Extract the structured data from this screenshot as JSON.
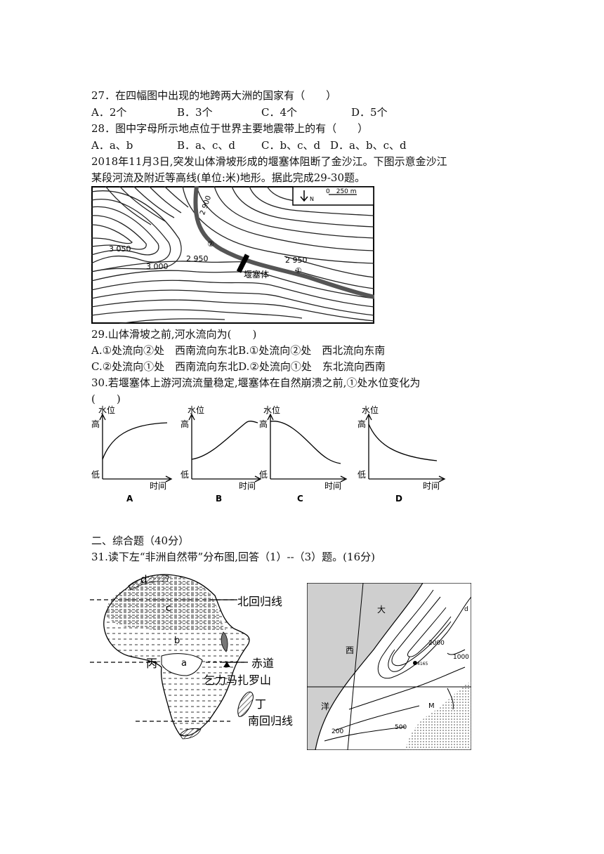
{
  "q27": {
    "stem": "27．在四幅图中出现的地跨两大洲的国家有（　　）",
    "options": [
      "A．2个",
      "B．3个",
      "C．4个",
      "D．5个"
    ]
  },
  "q28": {
    "stem": "28．图中字母所示地点位于世界主要地震带上的有（　　）",
    "options": [
      "A．a、b",
      "B．a、c、d",
      "C．b、c、d",
      "D．a、b、c、d"
    ]
  },
  "intro": {
    "line1": "2018年11月3日,突发山体滑坡形成的堰塞体阻断了金沙江。下图示意金沙江",
    "line2": "某段河流及附近等高线(单位:米)地形。据此完成29-30题。"
  },
  "contour_map": {
    "labels": [
      "2 900",
      "3 050",
      "2 950",
      "3 000",
      "2 950",
      "堰塞体",
      "①",
      "②"
    ],
    "north": "N",
    "scale": "0　250 m"
  },
  "q29": {
    "stem": "29.山体滑坡之前,河水流向为(　　)",
    "options": [
      "A.①处流向②处　西南流向东北",
      "B.①处流向②处　西北流向东南",
      "C.②处流向①处　西南流向东北",
      "D.②处流向①处　东北流向西南"
    ]
  },
  "q30": {
    "stem_line1": "30.若堰塞体上游河流流量稳定,堰塞体在自然崩溃之前,①处水位变化为",
    "stem_line2": "(　　)",
    "graphs": [
      {
        "letter": "A",
        "ylabel": "水位",
        "high": "高",
        "low": "低",
        "xlabel": "时间"
      },
      {
        "letter": "B",
        "ylabel": "水位",
        "high": "高",
        "low": "低",
        "xlabel": "时间"
      },
      {
        "letter": "C",
        "ylabel": "水位",
        "high": "高",
        "low": "低",
        "xlabel": "时间"
      },
      {
        "letter": "D",
        "ylabel": "水位",
        "high": "高",
        "low": "低",
        "xlabel": "时间"
      }
    ]
  },
  "section2": {
    "title": "二、综合题（40分）"
  },
  "q31": {
    "stem": "31.读下左“非洲自然带”分布图,回答（1）--（3）题。(16分)"
  },
  "africa_map": {
    "labels": {
      "d": "d",
      "c": "c",
      "b": "b",
      "a": "a",
      "tropic_n": "北回归线",
      "equator": "赤道",
      "bing": "丙",
      "kili": "乞力马扎罗山",
      "ding": "丁",
      "tropic_s": "南回归线"
    }
  },
  "right_map": {
    "labels": {
      "da": "大",
      "xi": "西",
      "yang": "洋",
      "c2000": "2000",
      "c1000": "1000",
      "c500": "500",
      "c200": "200",
      "m": "M",
      "peak": "4165",
      "dc": "d"
    }
  }
}
